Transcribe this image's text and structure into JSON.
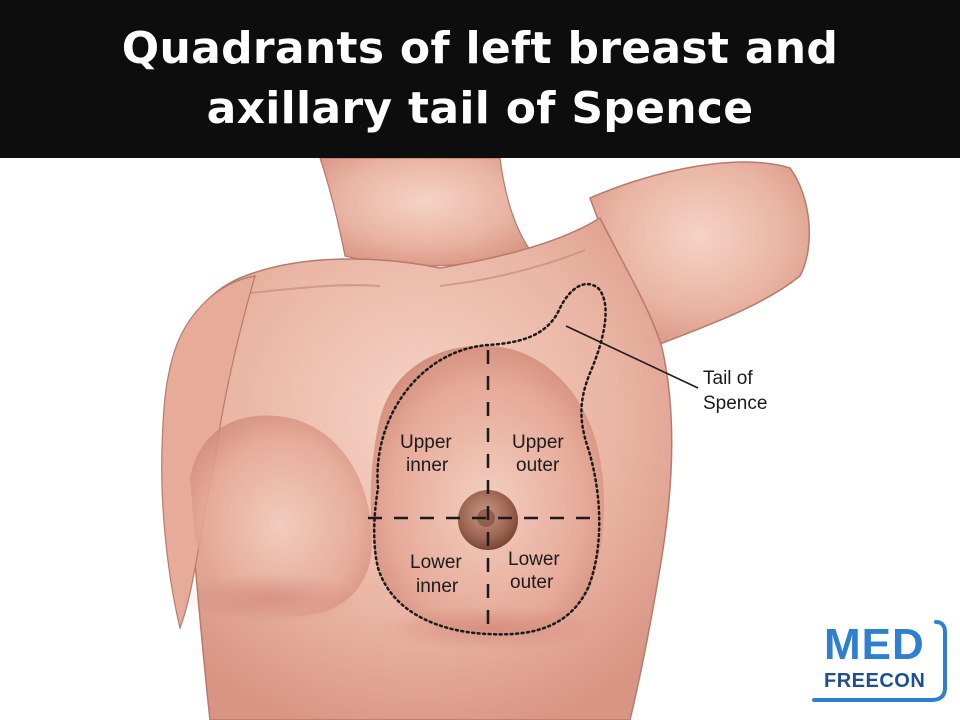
{
  "title": {
    "line1": "Quadrants of left breast and",
    "line2": "axillary tail of Spence"
  },
  "quadrants": {
    "upper_inner": [
      "Upper",
      "inner"
    ],
    "upper_outer": [
      "Upper",
      "outer"
    ],
    "lower_inner": [
      "Lower",
      "inner"
    ],
    "lower_outer": [
      "Lower",
      "outer"
    ]
  },
  "tail_label": [
    "Tail of",
    "Spence"
  ],
  "logo": {
    "line1": "MED",
    "line2": "FREECON"
  },
  "colors": {
    "title_bg": "#0d0d0d",
    "title_text": "#ffffff",
    "skin": "#eab5a4",
    "outline": "#1b1b1b",
    "logo_blue": "#2f7fd1",
    "logo_navy": "#1d4f91"
  }
}
